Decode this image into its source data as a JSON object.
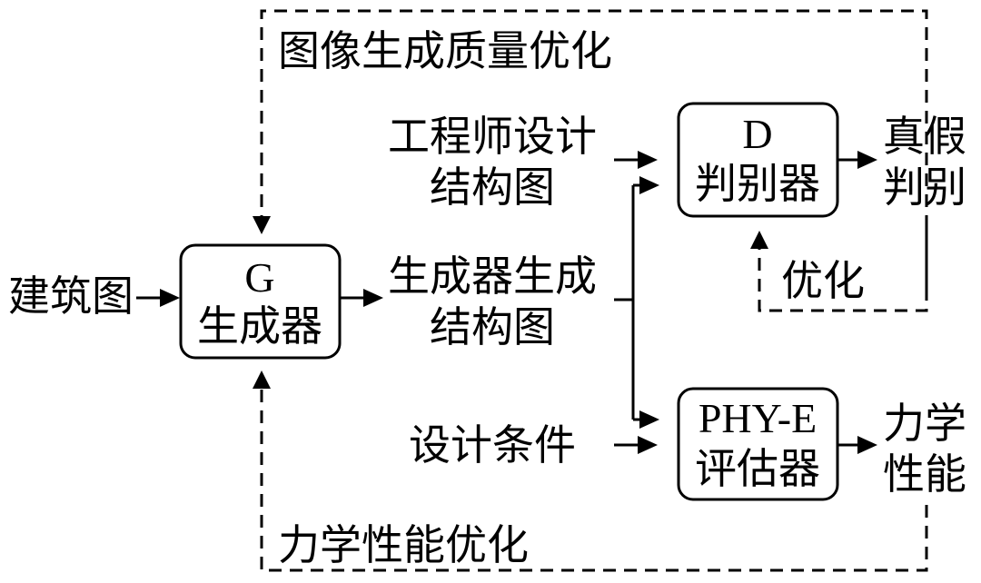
{
  "input": {
    "label": "建筑图"
  },
  "generator": {
    "line1": "G",
    "line2": "生成器"
  },
  "discriminator": {
    "line1": "D",
    "line2": "判别器"
  },
  "evaluator": {
    "line1": "PHY-E",
    "line2": "评估器"
  },
  "engineer_design": {
    "line1": "工程师设计",
    "line2": "结构图"
  },
  "generated_design": {
    "line1": "生成器生成",
    "line2": "结构图"
  },
  "design_conditions": {
    "label": "设计条件"
  },
  "real_fake": {
    "line1": "真假",
    "line2": "判别"
  },
  "mechanical_performance": {
    "line1": "力学",
    "line2": "性能"
  },
  "loops": {
    "image_quality": "图像生成质量优化",
    "mechanical_optimization": "力学性能优化",
    "discriminator_optimization": "优化"
  }
}
